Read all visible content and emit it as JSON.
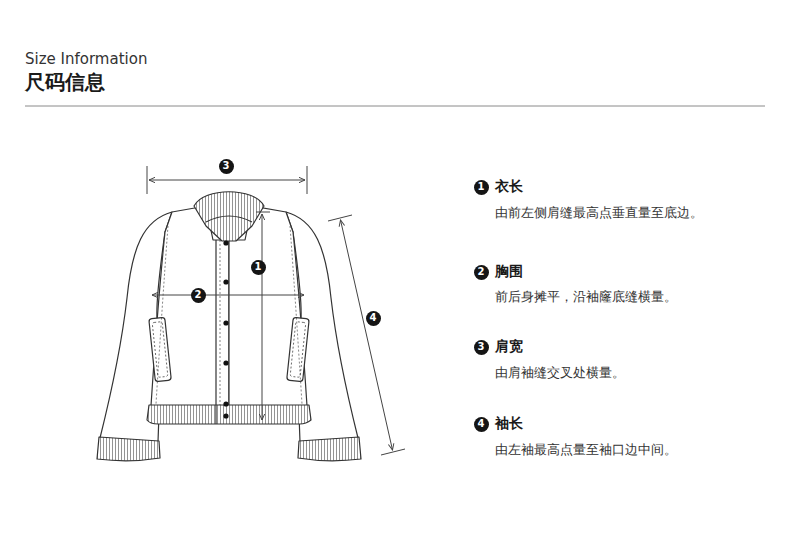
{
  "diagram": {
    "title": "尺码信息",
    "nodes": [
      {
        "text": [
          "3"
        ]
      },
      {
        "text": [
          "1"
        ]
      },
      {
        "text": [
          "2"
        ]
      },
      {
        "text": [
          "4"
        ]
      },
      {
        "text": [
          "1"
        ]
      },
      {
        "text": [
          "2"
        ]
      },
      {
        "text": [
          "3"
        ]
      },
      {
        "text": [
          "4"
        ]
      }
    ],
    "labels": [
      "Size Information",
      "衣长",
      "由前左侧肩缝最高点垂直量至底边。",
      "胸围",
      "前后身摊平，沿袖窿底缝横量。",
      "肩宽",
      "由肩袖缝交叉处横量。",
      "袖长",
      "由左袖最高点量至袖口边中间。"
    ]
  }
}
